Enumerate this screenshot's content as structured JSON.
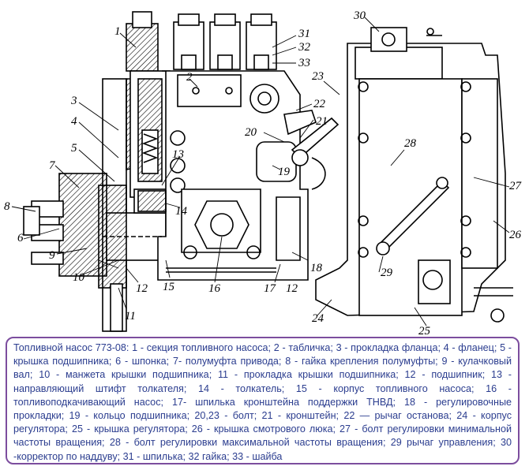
{
  "diagram": {
    "labels": [
      "1",
      "2",
      "3",
      "4",
      "5",
      "6",
      "7",
      "8",
      "9",
      "10",
      "11",
      "12",
      "12",
      "13",
      "14",
      "15",
      "16",
      "17",
      "18",
      "19",
      "20",
      "21",
      "22",
      "23",
      "24",
      "25",
      "26",
      "27",
      "28",
      "29",
      "30",
      "31",
      "32",
      "33"
    ]
  },
  "caption": "Топливной насос 773-08: 1 - секция топливного насоса; 2 - табличка; 3 - прокладка фланца; 4 - фланец; 5 - крышка подшипника; 6 - шпонка; 7- полумуфта привода; 8 - гайка крепления полумуфты; 9 - кулачковый вал; 10 - манжета крышки подшипника; 11 - прокладка крышки подшипника; 12 - подшипник; 13 - направляющий штифт толкателя; 14 - толкатель; 15 - корпус топливного насоса; 16 - топливоподкачивающий насос; 17- шпилька кронштейна поддержки ТНВД; 18 - регулировочные прокладки; 19 - кольцо подшипника; 20,23 - болт; 21 - кронштейн; 22 — рычаг останова; 24 - корпус регулятора; 25 - крышка регулятора; 26 - крышка смотрового люка; 27 - болт регулировки минимальной частоты вращения; 28 - болт регулировки максимальной частоты вращения; 29 рычаг управления; 30 -корректор по наддуву; 31 - шпилька; 32 гайка; 33 - шайба"
}
